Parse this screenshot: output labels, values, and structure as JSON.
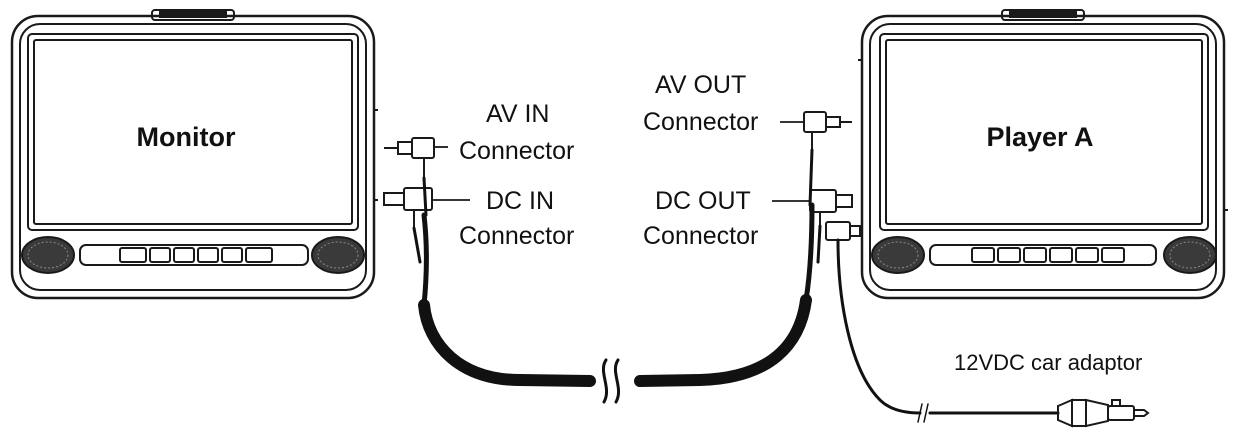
{
  "monitor": {
    "label": "Monitor"
  },
  "player": {
    "label": "Player A"
  },
  "connectors": {
    "av_in": {
      "line1": "AV IN",
      "line2": "Connector"
    },
    "dc_in": {
      "line1": "DC IN",
      "line2": "Connector"
    },
    "av_out": {
      "line1": "AV OUT",
      "line2": "Connector"
    },
    "dc_out": {
      "line1": "DC OUT",
      "line2": "Connector"
    }
  },
  "adaptor": {
    "label": "12VDC car adaptor"
  },
  "colors": {
    "line": "#1a1a1a",
    "cable": "#111111",
    "screen_fill": "#ffffff",
    "speaker": "#3a3a3a"
  }
}
